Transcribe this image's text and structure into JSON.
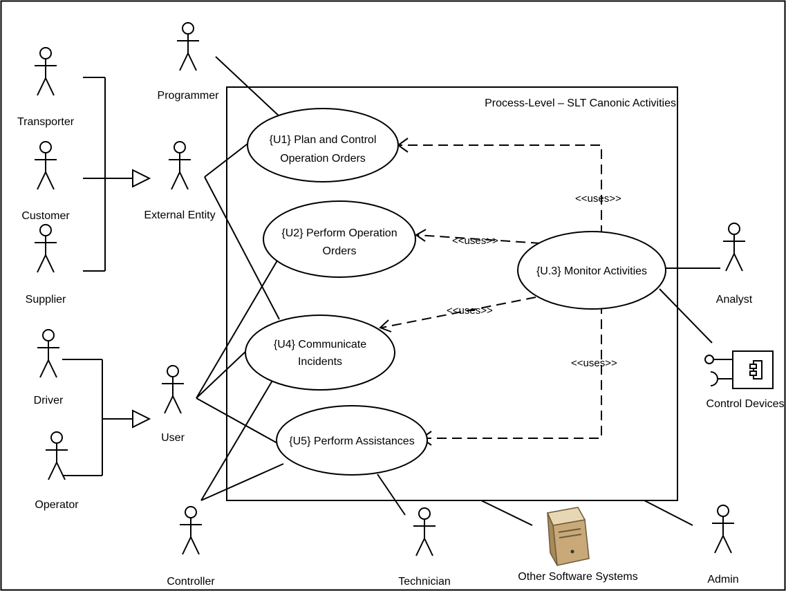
{
  "boundary": {
    "title": "Process-Level – SLT Canonic Activities"
  },
  "use_cases": {
    "u1": {
      "line1": "{U1} Plan and Control",
      "line2": "Operation Orders"
    },
    "u2": {
      "line1": "{U2} Perform Operation",
      "line2": "Orders"
    },
    "u3": {
      "line1": "{U.3} Monitor Activities"
    },
    "u4": {
      "line1": "{U4} Communicate",
      "line2": "Incidents"
    },
    "u5": {
      "line1": "{U5} Perform Assistances"
    }
  },
  "relations": {
    "uses_u1": "<<uses>>",
    "uses_u2": "<<uses>>",
    "uses_u4": "<<uses>>",
    "uses_u5": "<<uses>>"
  },
  "actors": {
    "transporter": "Transporter",
    "customer": "Customer",
    "supplier": "Supplier",
    "programmer": "Programmer",
    "external_entity": "External Entity",
    "driver": "Driver",
    "operator": "Operator",
    "user": "User",
    "controller": "Controller",
    "technician": "Technician",
    "other_software": "Other Software Systems",
    "admin": "Admin",
    "analyst": "Analyst",
    "control_devices": "Control Devices"
  }
}
